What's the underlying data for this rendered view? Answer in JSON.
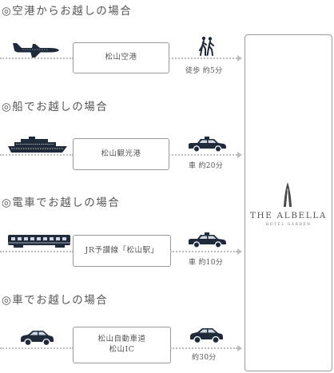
{
  "sections": [
    {
      "heading": "◎空港からお越しの場合",
      "station": [
        "松山空港"
      ],
      "caption": "徒歩 約5分",
      "vehicle_icon": "airplane-icon",
      "access_icon": "walking-people-icon"
    },
    {
      "heading": "◎船でお越しの場合",
      "station": [
        "松山観光港"
      ],
      "caption": "車 約20分",
      "vehicle_icon": "ferry-ship-icon",
      "access_icon": "taxi-icon"
    },
    {
      "heading": "◎電車でお越しの場合",
      "station": [
        "JR予讃線「松山駅」"
      ],
      "caption": "車 約10分",
      "vehicle_icon": "train-icon",
      "access_icon": "taxi-icon"
    },
    {
      "heading": "◎車でお越しの場合",
      "station": [
        "松山自動車道",
        "松山IC"
      ],
      "caption": "約30分",
      "vehicle_icon": "car-icon",
      "access_icon": "car-icon"
    }
  ],
  "hotel": {
    "name": "THE ALBELLA",
    "subtitle": "HOTEL GARDEN",
    "logo_icon": "albella-flame-logo-icon"
  },
  "colors": {
    "text": "#555555",
    "dots": "#bdbdbd",
    "border": "#9a9a9a",
    "icon": "#1f2a3a"
  }
}
